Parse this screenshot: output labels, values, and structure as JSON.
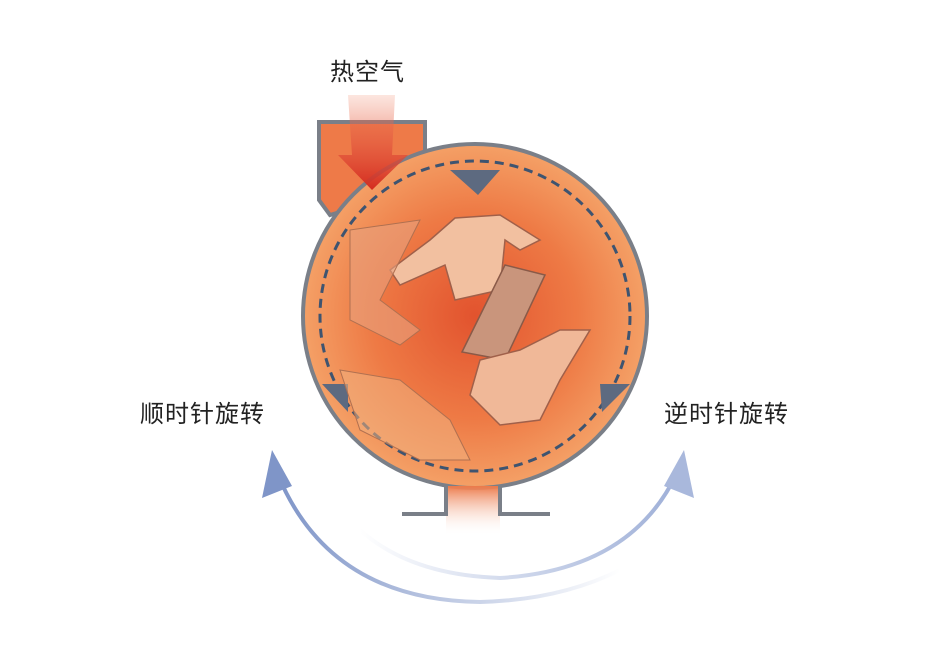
{
  "labels": {
    "hot_air": "热空气",
    "clockwise": "顺时针旋转",
    "counterclockwise": "逆时针旋转"
  },
  "colors": {
    "drum_fill": "#e8643a",
    "drum_border": "#7a7f88",
    "drum_dash": "#3e5470",
    "arrow_red": "#d42a1e",
    "rotation_arrow": "#8aa0cc",
    "cloth_light": "#f2c0a0",
    "cloth_dark": "#c9957c"
  }
}
